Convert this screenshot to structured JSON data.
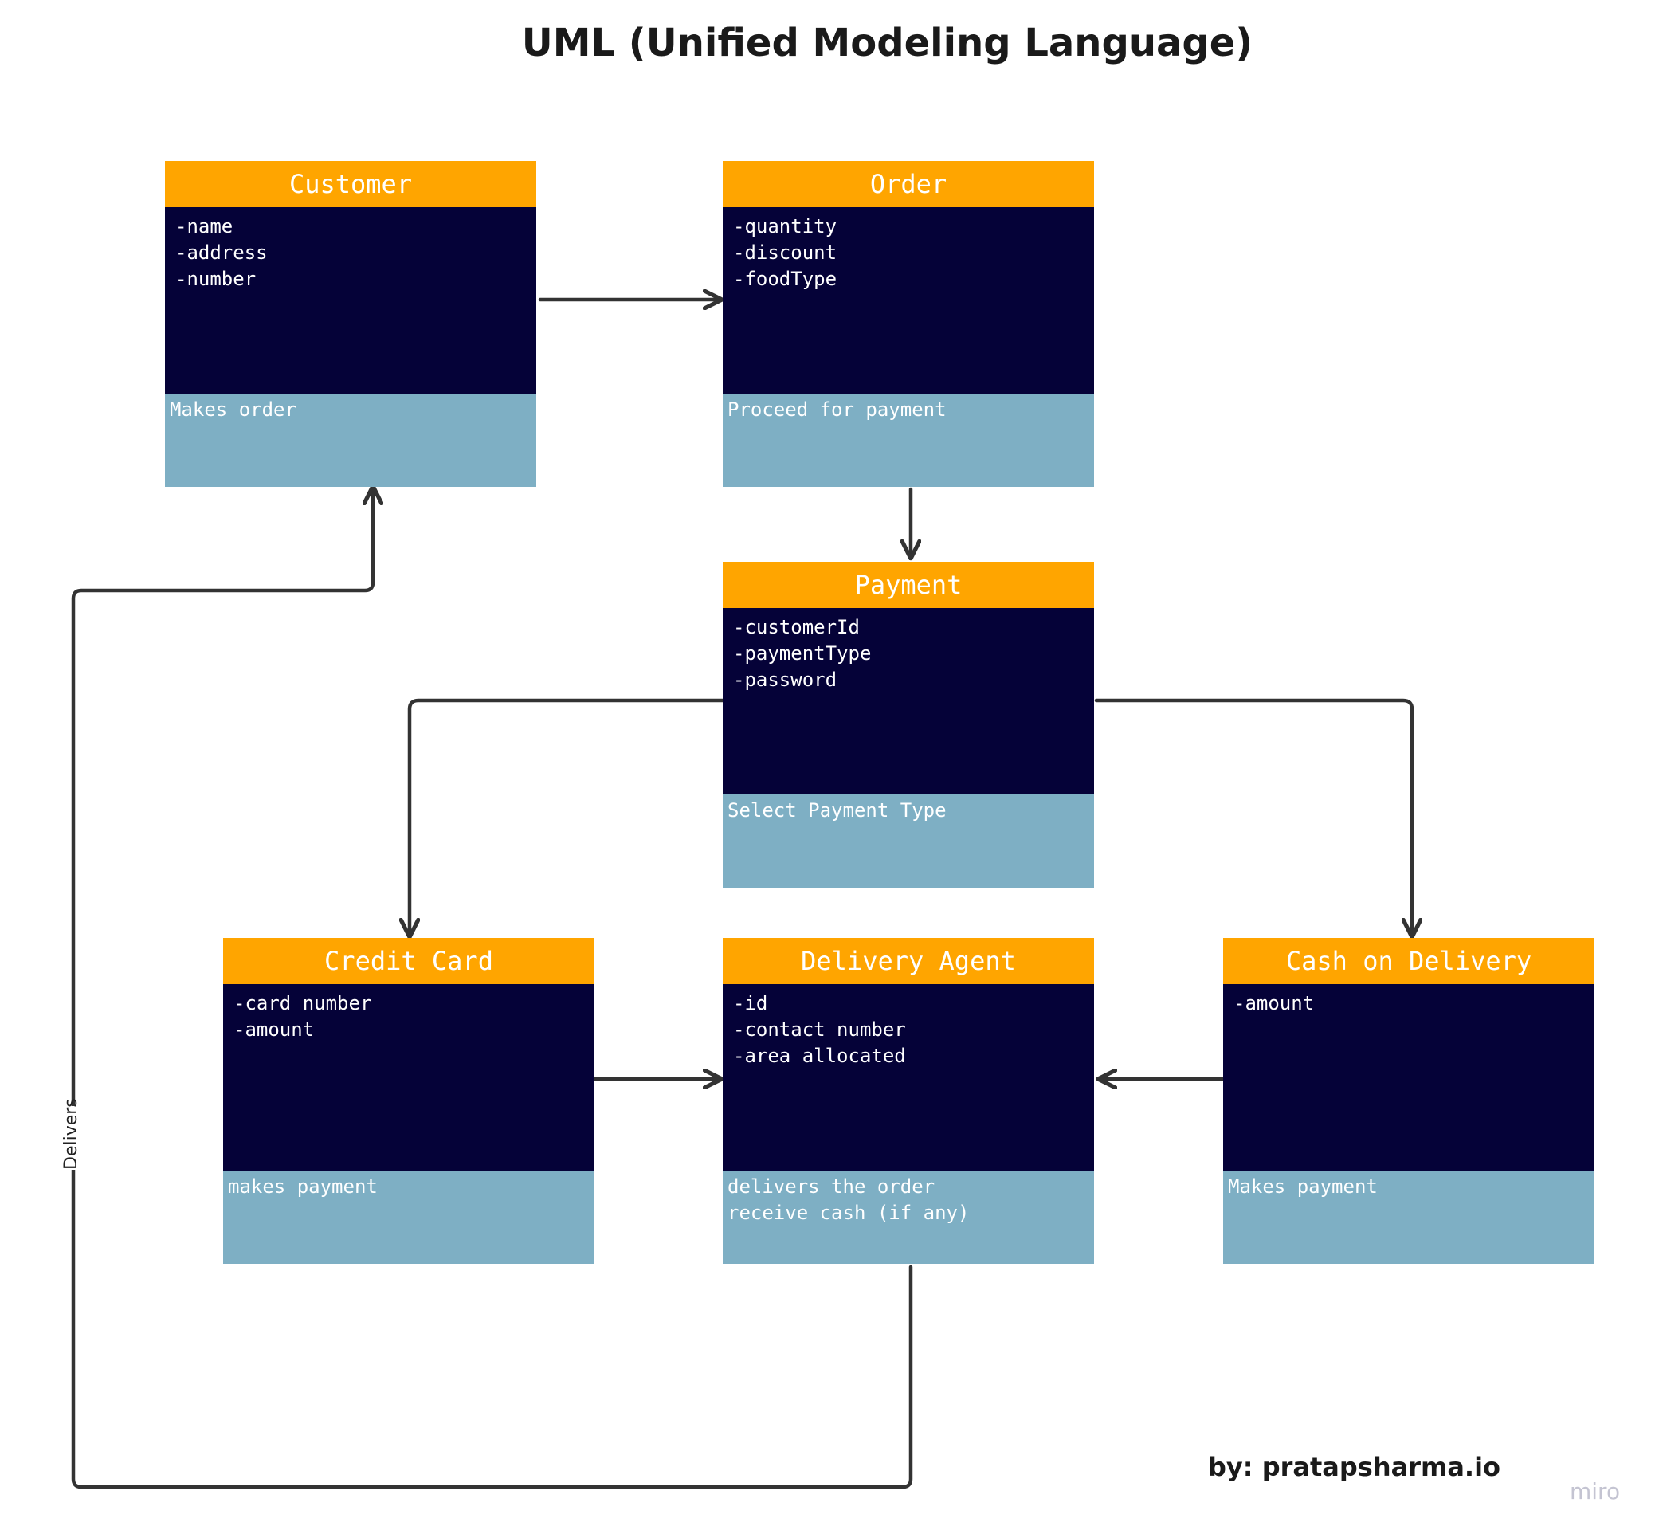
{
  "title": "UML (Unified Modeling Language)",
  "classes": [
    {
      "id": "customer",
      "name": "Customer",
      "attributes": [
        "-name",
        "-address",
        "-number"
      ],
      "operations": [
        "Makes order"
      ]
    },
    {
      "id": "order",
      "name": "Order",
      "attributes": [
        "-quantity",
        "-discount",
        "-foodType"
      ],
      "operations": [
        "Proceed for payment"
      ]
    },
    {
      "id": "payment",
      "name": "Payment",
      "attributes": [
        "-customerId",
        "-paymentType",
        "-password"
      ],
      "operations": [
        "Select Payment Type"
      ]
    },
    {
      "id": "credit-card",
      "name": "Credit Card",
      "attributes": [
        "-card number",
        "-amount"
      ],
      "operations": [
        "makes payment"
      ]
    },
    {
      "id": "delivery-agent",
      "name": "Delivery Agent",
      "attributes": [
        "-id",
        "-contact number",
        "-area allocated"
      ],
      "operations": [
        "delivers the order",
        "receive cash (if any)"
      ]
    },
    {
      "id": "cash-on-delivery",
      "name": "Cash on Delivery",
      "attributes": [
        "-amount"
      ],
      "operations": [
        "Makes payment"
      ]
    }
  ],
  "relationships": [
    {
      "from": "customer",
      "to": "order",
      "label": ""
    },
    {
      "from": "order",
      "to": "payment",
      "label": ""
    },
    {
      "from": "payment",
      "to": "credit-card",
      "label": ""
    },
    {
      "from": "payment",
      "to": "cash-on-delivery",
      "label": ""
    },
    {
      "from": "credit-card",
      "to": "delivery-agent",
      "label": ""
    },
    {
      "from": "cash-on-delivery",
      "to": "delivery-agent",
      "label": ""
    },
    {
      "from": "delivery-agent",
      "to": "customer",
      "label": "Delivers"
    }
  ],
  "credit": "by: pratapsharma.io",
  "watermark": "miro"
}
